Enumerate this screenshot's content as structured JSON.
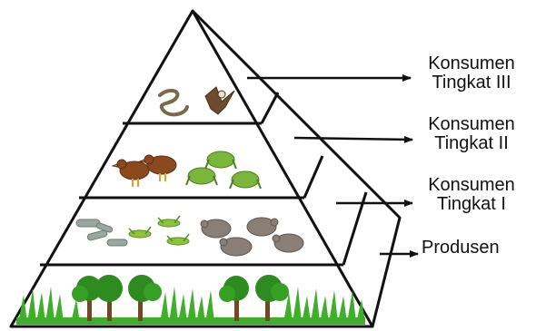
{
  "levels": [
    {
      "key": "tertiary",
      "line1": "Konsumen",
      "line2": "Tingkat III"
    },
    {
      "key": "secondary",
      "line1": "Konsumen",
      "line2": "Tingkat II"
    },
    {
      "key": "primary",
      "line1": "Konsumen",
      "line2": "Tingkat I"
    },
    {
      "key": "producer",
      "line1": "Produsen"
    }
  ],
  "colors": {
    "outline": "#111111",
    "grass": "#3fae2a",
    "tree_canopy": "#2e8b1f",
    "tree_trunk": "#6b4a2a",
    "chicken": "#8b4a1e",
    "frog": "#7ab63a",
    "grasshopper": "#8cc43c",
    "caterpillar": "#9aa6a0",
    "mouse": "#8a7f76",
    "snake": "#7a6a4a",
    "eagle": "#6e4b2a"
  },
  "icons": [
    "snake-icon",
    "eagle-icon",
    "chicken-icon",
    "frog-icon",
    "grasshopper-icon",
    "caterpillar-icon",
    "mouse-icon",
    "tree-icon",
    "grass-icon"
  ]
}
